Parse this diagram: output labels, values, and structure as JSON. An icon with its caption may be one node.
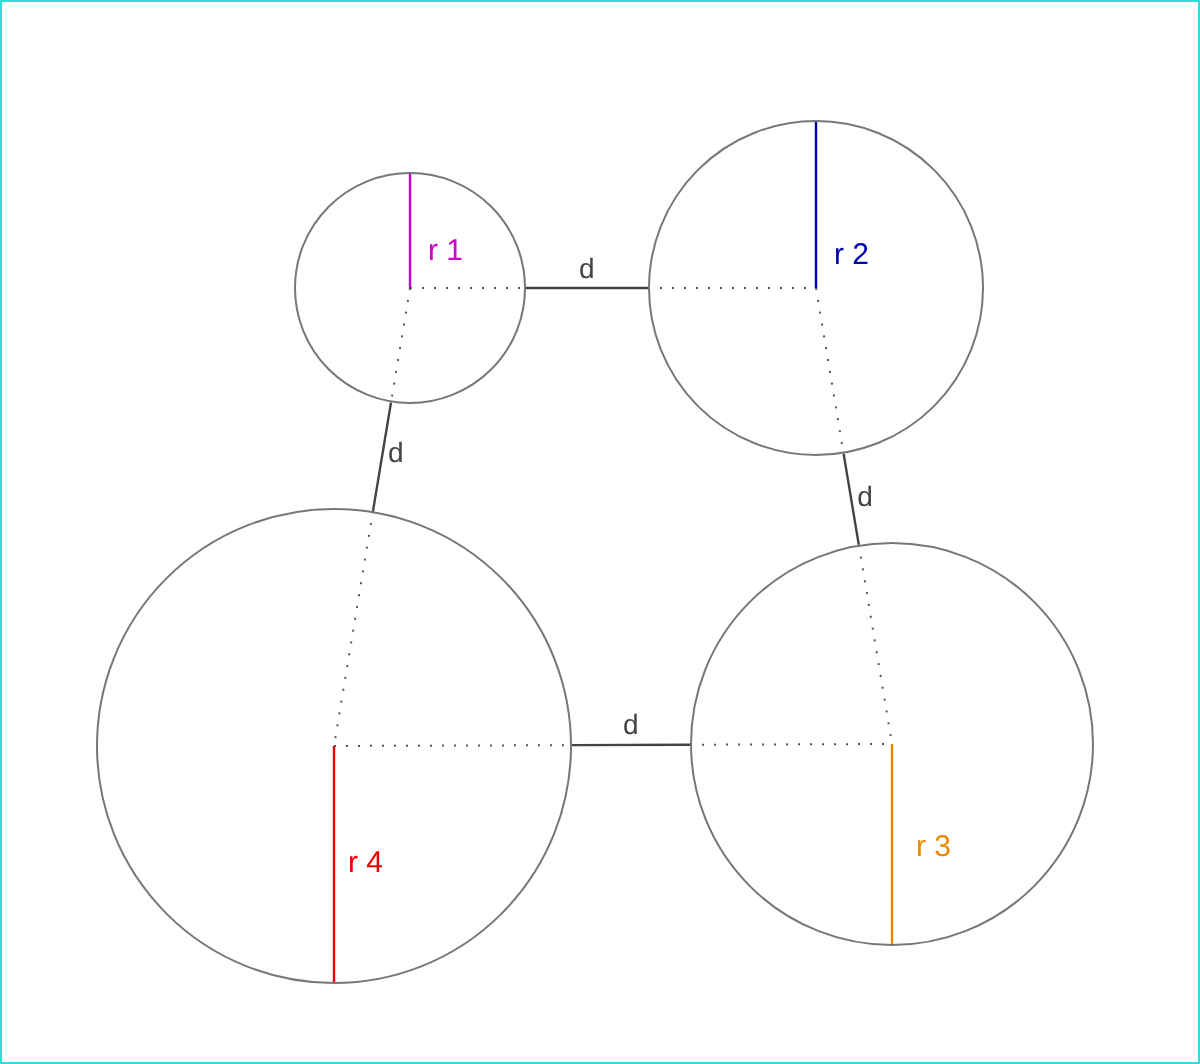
{
  "diagram": {
    "nodes": [
      {
        "text": [
          "r 1"
        ]
      },
      {
        "text": [
          "r 2"
        ]
      },
      {
        "text": [
          "r 4"
        ]
      },
      {
        "text": [
          "r 3"
        ]
      }
    ],
    "edges": [
      {
        "from": 0,
        "to": 1,
        "arrow": "none",
        "label": "d"
      },
      {
        "from": 0,
        "to": 2,
        "arrow": "none",
        "label": "d"
      },
      {
        "from": 1,
        "to": 3,
        "arrow": "none",
        "label": "d"
      },
      {
        "from": 2,
        "to": 3,
        "arrow": "none",
        "label": "d"
      }
    ]
  }
}
